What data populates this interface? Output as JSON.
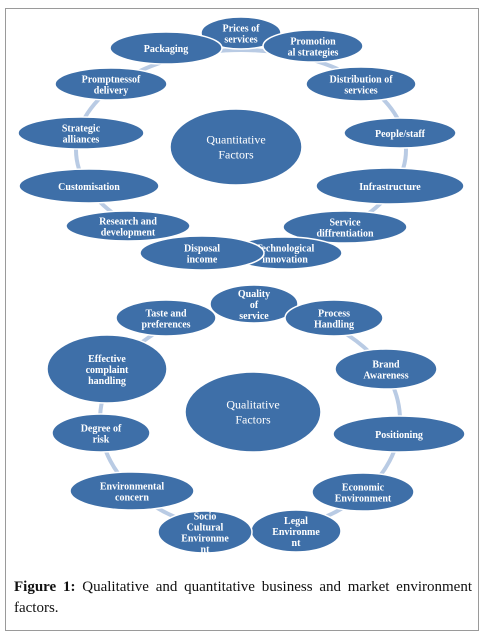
{
  "colors": {
    "node_fill": "#3E6FA8",
    "node_stroke": "#ffffff",
    "connector": "#B9CBE4"
  },
  "quantitative": {
    "center_label": [
      "Quantitative",
      "Factors"
    ],
    "nodes": [
      {
        "id": "prices-of-services",
        "lines": [
          "Prices of",
          "services"
        ]
      },
      {
        "id": "promotional-strategies",
        "lines": [
          "Promotion",
          "al strategies"
        ]
      },
      {
        "id": "distribution-of-services",
        "lines": [
          "Distribution  of",
          "services"
        ]
      },
      {
        "id": "people-staff",
        "lines": [
          "People/staff"
        ]
      },
      {
        "id": "infrastructure",
        "lines": [
          "Infrastructure"
        ]
      },
      {
        "id": "service-differentiation",
        "lines": [
          "Service",
          "diffrentiation"
        ]
      },
      {
        "id": "technological-innovation",
        "lines": [
          "Technological",
          "innovation"
        ]
      },
      {
        "id": "disposal-income",
        "lines": [
          "Disposal",
          "income"
        ]
      },
      {
        "id": "research-and-development",
        "lines": [
          "Research and",
          "development"
        ]
      },
      {
        "id": "customisation",
        "lines": [
          "Customisation"
        ]
      },
      {
        "id": "strategic-alliances",
        "lines": [
          "Strategic",
          "alliances"
        ]
      },
      {
        "id": "promptness-of-delivery",
        "lines": [
          "Promptnessof",
          "delivery"
        ]
      },
      {
        "id": "packaging",
        "lines": [
          "Packaging"
        ]
      }
    ]
  },
  "qualitative": {
    "center_label": [
      "Qualitative",
      "Factors"
    ],
    "nodes": [
      {
        "id": "quality-of-service",
        "lines": [
          "Quality",
          "of",
          "service"
        ]
      },
      {
        "id": "process-handling",
        "lines": [
          "Process",
          "Handling"
        ]
      },
      {
        "id": "brand-awareness",
        "lines": [
          "Brand",
          "Awareness"
        ]
      },
      {
        "id": "positioning",
        "lines": [
          "Positioning"
        ]
      },
      {
        "id": "economic-environment",
        "lines": [
          "Economic",
          "Environment"
        ]
      },
      {
        "id": "legal-environment",
        "lines": [
          "Legal",
          "Environme",
          "nt"
        ]
      },
      {
        "id": "socio-cultural-environment",
        "lines": [
          "Socio",
          "Cultural",
          "Environme",
          "nt"
        ]
      },
      {
        "id": "environmental-concern",
        "lines": [
          "Environmental",
          "concern"
        ]
      },
      {
        "id": "degree-of-risk",
        "lines": [
          "Degree of",
          "risk"
        ]
      },
      {
        "id": "effective-complaint-handling",
        "lines": [
          "Effective",
          "complaint",
          "handling"
        ]
      },
      {
        "id": "taste-and-preferences",
        "lines": [
          "Taste and",
          "preferences"
        ]
      }
    ]
  },
  "caption": {
    "label": "Figure 1:",
    "text": " Qualitative and quantitative business and market environment factors."
  }
}
